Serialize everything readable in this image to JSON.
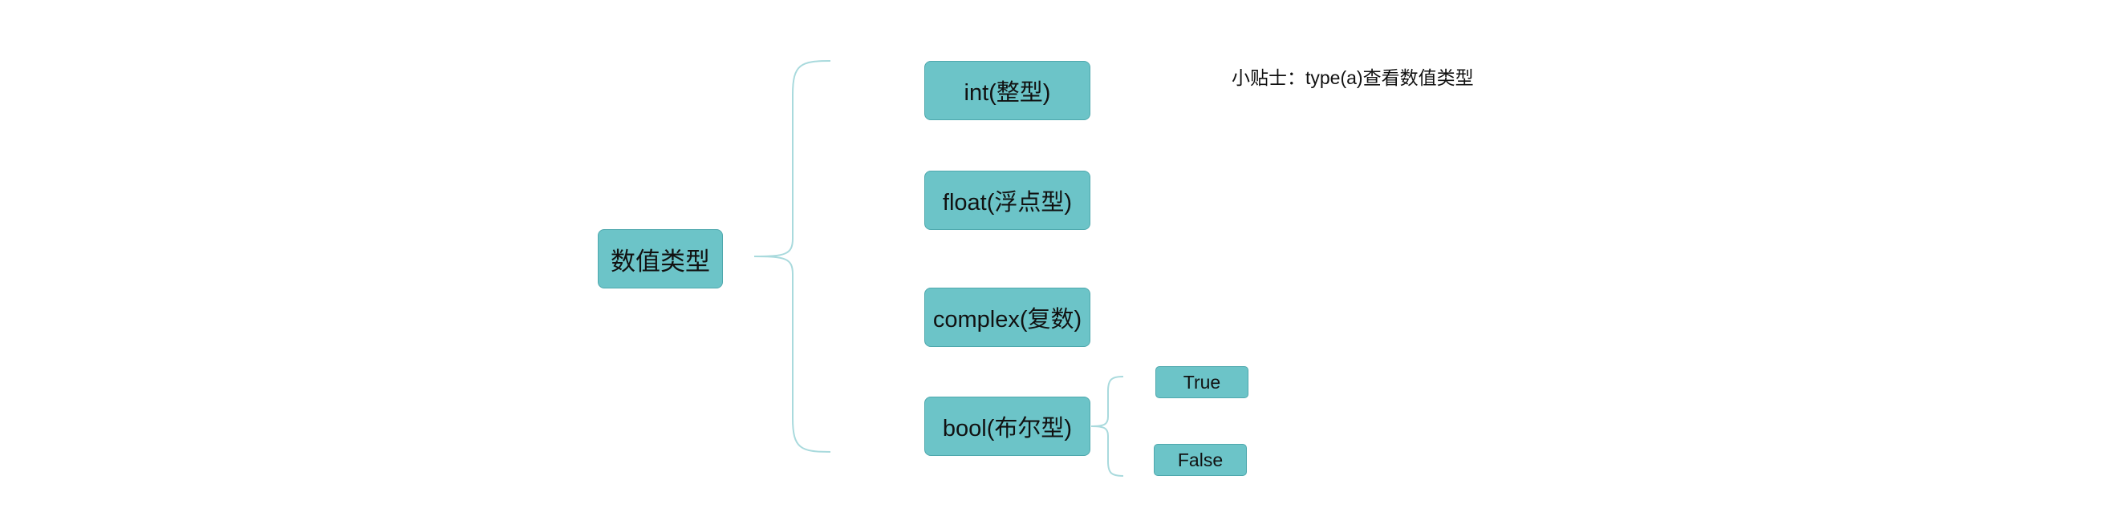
{
  "diagram": {
    "root": {
      "label": "数值类型"
    },
    "children": [
      {
        "label": "int(整型)"
      },
      {
        "label": "float(浮点型)"
      },
      {
        "label": "complex(复数)"
      },
      {
        "label": "bool(布尔型)",
        "children": [
          {
            "label": "True"
          },
          {
            "label": "False"
          }
        ]
      }
    ],
    "tip": "小贴士：type(a)查看数值类型"
  },
  "colors": {
    "node_fill": "#6cc4c8",
    "node_border": "#4ea8ad",
    "connector": "#a9dadd"
  }
}
